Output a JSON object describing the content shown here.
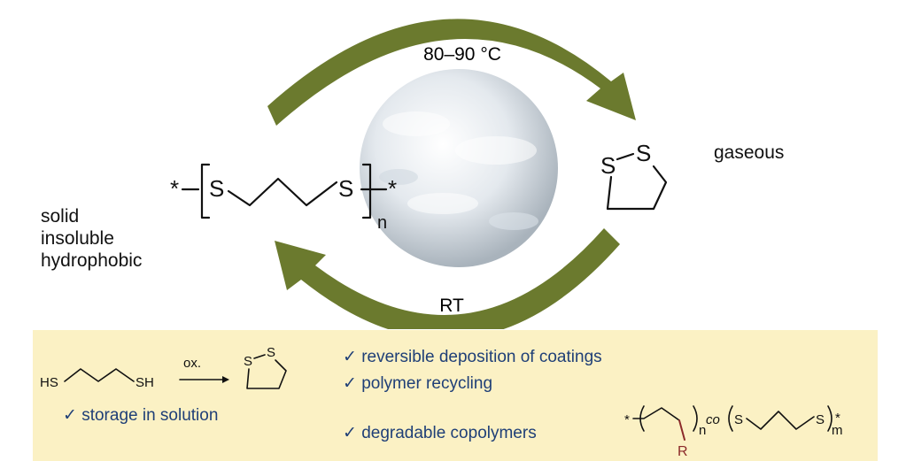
{
  "cycle": {
    "top_condition": "80–90 °C",
    "bottom_condition": "RT",
    "arrow_color": "#6b7a2e"
  },
  "polymer": {
    "end_left": "*",
    "end_right": "*",
    "atom_s1": "S",
    "atom_s2": "S",
    "repeat": "n"
  },
  "polymer_properties": [
    "solid",
    "insoluble",
    "hydrophobic"
  ],
  "monomer": {
    "atom_s1": "S",
    "atom_s2": "S"
  },
  "monomer_state": "gaseous",
  "panel": {
    "background": "#fbf1c4",
    "text_color": "#1f3f77",
    "reaction": {
      "reactant_left": "HS",
      "reactant_right": "SH",
      "reagent": "ox.",
      "product_s1": "S",
      "product_s2": "S"
    },
    "features": [
      "✓ storage in solution",
      "✓ reversible deposition of coatings",
      "✓ polymer recycling",
      "✓ degradable copolymers"
    ],
    "copolymer": {
      "end_left": "*",
      "end_right": "*",
      "sub_n": "n",
      "co": "co",
      "atom_s1": "S",
      "atom_s2": "S",
      "sub_m": "m",
      "substituent": "R",
      "substituent_color": "#8b2a2a"
    }
  }
}
